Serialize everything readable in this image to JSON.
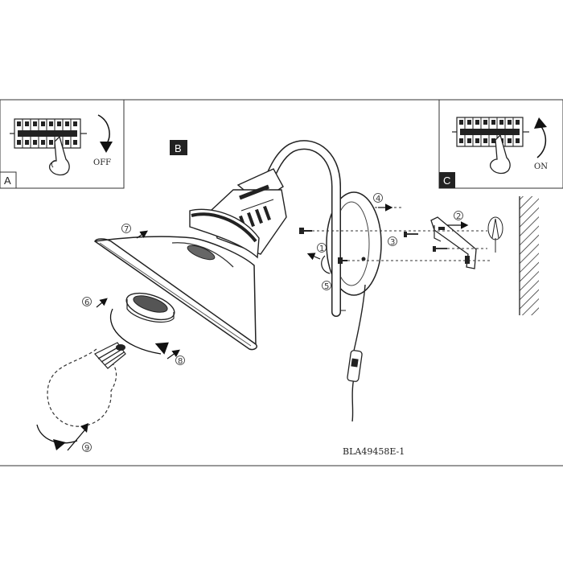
{
  "panels": {
    "a": {
      "letter": "A",
      "switch_label": "OFF"
    },
    "b": {
      "letter": "B"
    },
    "c": {
      "letter": "C",
      "switch_label": "ON"
    }
  },
  "steps": [
    "1",
    "2",
    "3",
    "4",
    "5",
    "6",
    "7",
    "8",
    "9"
  ],
  "product_code": "BLA49458E-1",
  "icons": [
    "breaker-panel-icon",
    "hand-icon",
    "curved-arrow-icon"
  ]
}
